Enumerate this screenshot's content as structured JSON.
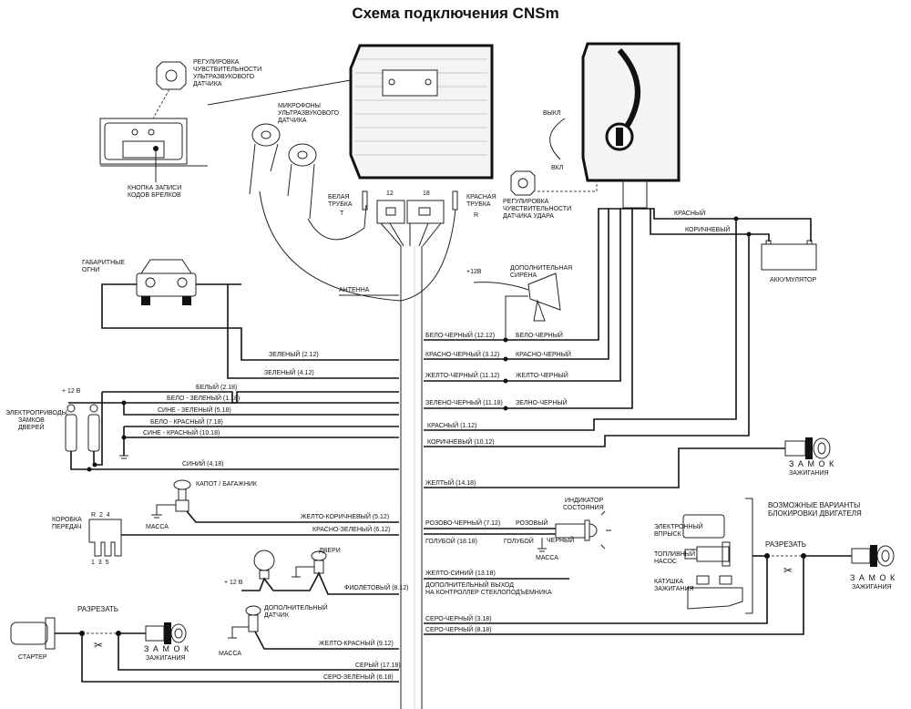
{
  "title": "Схема подключения CNSm",
  "top": {
    "ultrasonic_adj": [
      "РЕГУЛИРОВКА",
      "ЧУВСТВИТЕЛЬНОСТИ",
      "УЛЬТРАЗВУКОВОГО",
      "ДАТЧИКА"
    ],
    "code_button": [
      "КНОПКА ЗАПИСИ",
      "КОДОВ БРЕЛКОВ"
    ],
    "microphones": [
      "МИКРОФОНЫ",
      "УЛЬТРАЗВУКОВОГО",
      "ДАТЧИКА"
    ],
    "white_tube": [
      "БЕЛАЯ",
      "ТРУБКА",
      "T"
    ],
    "connector_12": "12",
    "connector_18": "18",
    "red_tube": [
      "КРАСНАЯ",
      "ТРУБКА",
      "R"
    ],
    "off": "ВЫКЛ",
    "on": "ВКЛ",
    "shock_adj": [
      "РЕГУЛИРОВКА",
      "ЧУВСТВИТЕЛЬНОСТИ",
      "ДАТЧИКА УДАРА"
    ],
    "red": "КРАСНЫЙ",
    "brown": "КОРИЧНЕВЫЙ",
    "battery": "АККУМУЛЯТОР",
    "parking_lights": [
      "ГАБАРИТНЫЕ",
      "ОГНИ"
    ],
    "antenna": "АНТЕННА",
    "plus12": "+12В",
    "extra_siren": [
      "ДОПОЛНИТЕЛЬНАЯ",
      "СИРЕНА"
    ]
  },
  "left_wires": {
    "green_2_12": "ЗЕЛЕНЫЙ (2.12)",
    "green_4_12": "ЗЕЛЕНЫЙ (4.12)",
    "door_plus12": "+ 12 В",
    "door_actuators": [
      "ЭЛЕКТРОПРИВОДЫ",
      "ЗАМКОВ",
      "ДВЕРЕЙ"
    ],
    "white_2_18": "БЕЛЫЙ (2.18)",
    "white_green_1_18": "БЕЛО - ЗЕЛЕНЫЙ (1.18)",
    "blue_green_5_18": "СИНЕ - ЗЕЛЕНЫЙ (5.18)",
    "white_red_7_18": "БЕЛО - КРАСНЫЙ (7.18)",
    "blue_red_10_18": "СИНЕ - КРАСНЫЙ (10.18)",
    "blue_4_18": "СИНИЙ (4.18)",
    "hood_trunk": "КАПОТ / БАГАЖНИК",
    "ground": "МАССА",
    "gearbox": [
      "КОРОБКА",
      "ПЕРЕДАЧ"
    ],
    "gears_top": "R  2  4",
    "gears_bottom": "1  3  5",
    "yellow_brown_5_12": "ЖЕЛТО-КОРИЧНЕВЫЙ (5.12)",
    "red_green_6_12": "КРАСНО-ЗЕЛЕНЫЙ (6.12)",
    "doors": "ДВЕРИ",
    "plus12b": "+ 12 В",
    "violet_8_12": "ФИОЛЕТОВЫЙ (8.12)",
    "extra_sensor": [
      "ДОПОЛНИТЕЛЬНЫЙ",
      "ДАТЧИК"
    ],
    "ground2": "МАССА",
    "yellow_red_9_12": "ЖЕЛТО-КРАСНЫЙ (9.12)",
    "starter": "СТАРТЕР",
    "cut": "РАЗРЕЗАТЬ",
    "ignition_lock": [
      "З А М О К",
      "ЗАЖИГАНИЯ"
    ],
    "grey_17_18": "СЕРЫЙ (17.18)",
    "grey_green_6_18": "СЕРО-ЗЕЛЕНЫЙ (6.18)"
  },
  "right_wires": {
    "wb_12_12": "БЕЛО-ЧЕРНЫЙ (12.12)",
    "wb": "БЕЛО-ЧЕРНЫЙ",
    "rb_3_12": "КРАСНО-ЧЕРНЫЙ (3.12)",
    "rb": "КРАСНО-ЧЕРНЫЙ",
    "yb_11_12": "ЖЕЛТО-ЧЕРНЫЙ (11.12)",
    "yb": "ЖЕЛТО-ЧЕРНЫЙ",
    "gb_11_18": "ЗЕЛЕНО-ЧЕРНЫЙ (11.18)",
    "gb": "ЗЕЛНО-ЧЕРНЫЙ",
    "red_1_12": "КРАСНЫЙ (1.12)",
    "brown_10_12": "КОРИЧНЕВЫЙ (10.12)",
    "ignition_lock": [
      "З А М О К",
      "ЗАЖИГАНИЯ"
    ],
    "yellow_14_18": "ЖЕЛТЫЙ (14.18)",
    "pink_black_7_12": "РОЗОВО-ЧЕРНЫЙ (7.12)",
    "pink": "РОЗОВЫЙ",
    "light_blue_18_18": "ГОЛУБОЙ (18.18)",
    "light_blue": "ГОЛУБОЙ",
    "black": "ЧЕРНЫЙ",
    "ground": "МАССА",
    "status_indicator": [
      "ИНДИКАТОР",
      "СОСТОЯНИЯ"
    ],
    "yellow_blue_13_18": "ЖЕЛТО-СИНИЙ (13.18)",
    "extra_output": [
      "ДОПОЛНИТЕЛЬНЫЙ ВЫХОД",
      "НА КОНТРОЛЛЕР СТЕКЛОПОДЪЕМНИКА"
    ],
    "grey_black_3_18": "СЕРО-ЧЕРНЫЙ (3.18)",
    "grey_black_8_18": "СЕРО-ЧЕРНЫЙ (8.18)",
    "injection": [
      "ЭЛЕКТРОННЫЙ",
      "ВПРЫСК"
    ],
    "fuel_pump": [
      "ТОПЛИВНЫЙ",
      "НАСОС"
    ],
    "ignition_coil": [
      "КАТУШКА",
      "ЗАЖИГАНИЯ"
    ],
    "blocking_options": [
      "ВОЗМОЖНЫЕ ВАРИАНТЫ",
      "БЛОКИРОВКИ ДВИГАТЕЛЯ"
    ],
    "cut": "РАЗРЕЗАТЬ",
    "ignition_lock2": [
      "З А М О К",
      "ЗАЖИГАНИЯ"
    ]
  }
}
